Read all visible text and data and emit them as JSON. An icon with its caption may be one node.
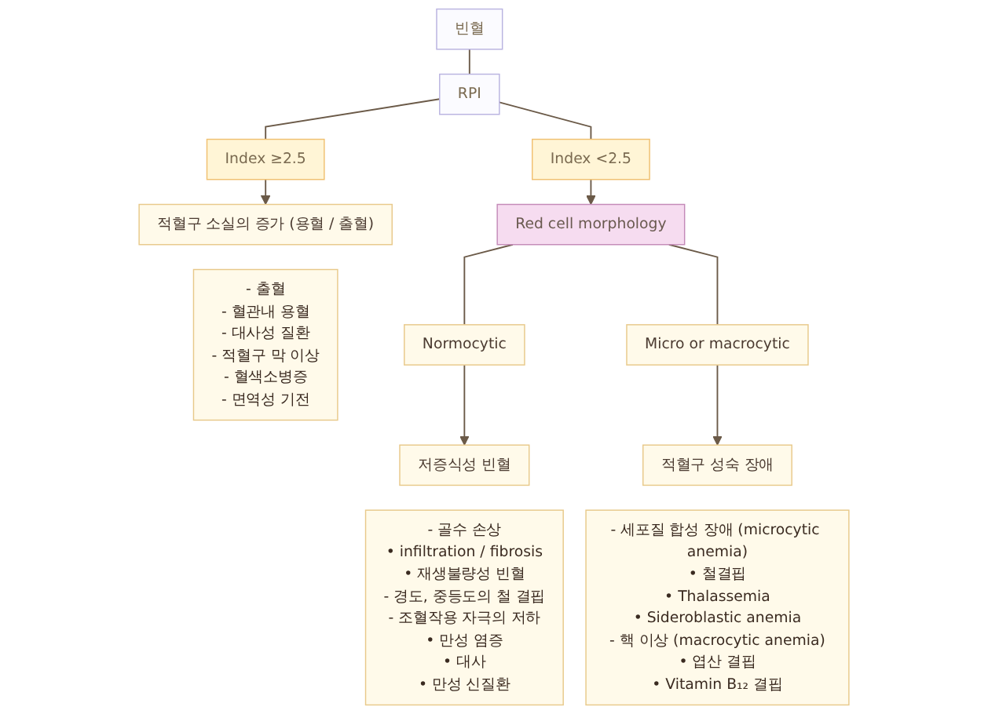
{
  "diagram": {
    "nodes": [
      {
        "text": [
          "빈혈"
        ]
      },
      {
        "text": [
          "RPI"
        ]
      },
      {
        "text": [
          "Index <2.5"
        ]
      },
      {
        "text": [
          "Index ≥2.5"
        ]
      },
      {
        "text": [
          "Red cell morphology"
        ]
      },
      {
        "text": [
          "적혈구 소실의 증가 (용혈 / 출혈)"
        ]
      },
      {
        "text": [
          "- 출혈",
          "- 혈관내 용혈",
          "- 대사성 질환",
          "- 적혈구 막 이상",
          "- 혈색소병증",
          "- 면역성 기전"
        ]
      },
      {
        "text": [
          "Normocytic"
        ]
      },
      {
        "text": [
          "Micro or macrocytic"
        ]
      },
      {
        "text": [
          "저증식성 빈혈"
        ]
      },
      {
        "text": [
          "적혈구 성숙 장애"
        ]
      },
      {
        "text": [
          "- 골수 손상",
          "• infiltration / fibrosis",
          "• 재생불량성 빈혈",
          "- 경도, 중등도의 철 결핍",
          "- 조혈작용 자극의 저하",
          "• 만성 염증",
          "• 대사",
          "• 만성 신질환"
        ]
      },
      {
        "text": [
          "- 세포질 합성 장애 (microcytic anemia)",
          "• 철결핍",
          "• Thalassemia",
          "• Sideroblastic anemia",
          "- 핵 이상 (macrocytic anemia)",
          "• 엽산 결핍",
          "• Vitamin B₁₂ 결핍"
        ]
      }
    ],
    "edges": [
      {
        "from": 0,
        "to": 1,
        "arrow": "none"
      },
      {
        "from": 1,
        "to": 2,
        "arrow": "none"
      },
      {
        "from": 1,
        "to": 3,
        "arrow": "none"
      },
      {
        "from": 2,
        "to": 4,
        "arrow": "to"
      },
      {
        "from": 3,
        "to": 5,
        "arrow": "to"
      },
      {
        "from": 4,
        "to": 7,
        "arrow": "none"
      },
      {
        "from": 4,
        "to": 8,
        "arrow": "none"
      },
      {
        "from": 7,
        "to": 9,
        "arrow": "to"
      },
      {
        "from": 8,
        "to": 10,
        "arrow": "to"
      }
    ]
  }
}
